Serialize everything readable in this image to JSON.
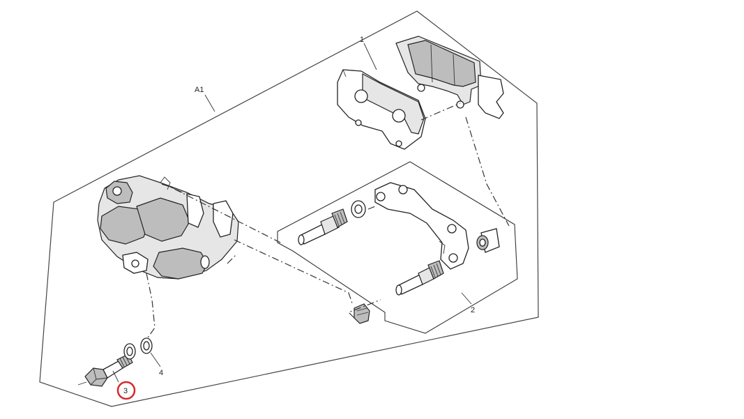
{
  "diagram": {
    "labels": {
      "assembly": "A1",
      "pads": "1",
      "bracket": "2",
      "bolt": "3",
      "washers": "4"
    },
    "highlighted_part": "3",
    "highlight_color": "#d9262c",
    "line_color": "#222222"
  }
}
